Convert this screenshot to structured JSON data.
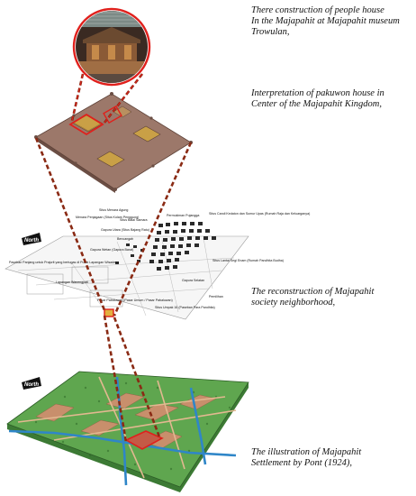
{
  "captions": {
    "museum": [
      "There construction of people house",
      "In the Majapahit at Majapahit museum",
      "Trowulan,"
    ],
    "pakuwon": [
      "Interpretation of pakuwon house in",
      "Center of the Majapahit Kingdom,"
    ],
    "neighborhood": [
      "The reconstruction of Majapahit",
      "society neighborhood,"
    ],
    "settlement": [
      "The illustration of Majapahit",
      "Settlement by Pont (1924),"
    ]
  },
  "north_labels": {
    "upper": "North",
    "lower": "North"
  },
  "map_labels": [
    "Situs Menara Agung",
    "Menara Penjagaan (Situs Kolam Penggung)",
    "Situs Balai Samara",
    "Permukiman Pujangga",
    "Situs Candi Kedaton dan Sumur Upas (Rumah Raja dan Keluarganya)",
    "Gapura Utara (Situs Bajang Ratu)",
    "Bencangah",
    "Gapura Wetan (Gapura Barat)",
    "Paseban Panjang untuk Prajurit yang bertugas di Pusat Lapangan Wisadesa",
    "Lapangan Wanengpati",
    "Situs Lantai Segi Enam (Rumah Pandhita Budha)",
    "Gapura Selatan",
    "Pasar Pabaluwan (Pasar Umum / Pasar Pabaluwan)",
    "Situs Umpak 16 (Paseban Para Pandhita)",
    "Pemilihan"
  ],
  "colors": {
    "connector": "#8a2a14",
    "highlight": "#e0201c",
    "roof": "#9c786a",
    "roof_pad": "#c9a046",
    "terrain": "#5fa64f",
    "water": "#2f86c8",
    "plaza": "#b8866a"
  }
}
